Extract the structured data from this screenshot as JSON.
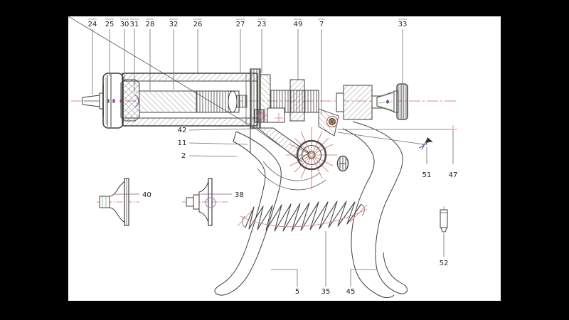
{
  "figure": {
    "description": "Technical line drawing of a pistol-grip veterinary revolver syringe with numbered part callouts",
    "background_color": "#000000",
    "canvas_color": "#ffffff",
    "ink_color": "#3f3f3f",
    "centerline_color": "#d98b8b",
    "highlight_red": "#cc5555",
    "accent_green": "#9cb890",
    "accent_purple": "#8b4a9e",
    "accent_blue": "#4a55c0"
  },
  "callouts": {
    "top": [
      "24",
      "25",
      "30",
      "31",
      "28",
      "32",
      "26",
      "27",
      "23",
      "49",
      "7",
      "33"
    ],
    "left": [
      "42",
      "11",
      "2"
    ],
    "bottom": [
      "5",
      "35",
      "45"
    ],
    "details": [
      "40",
      "38",
      "51",
      "47",
      "52"
    ]
  }
}
